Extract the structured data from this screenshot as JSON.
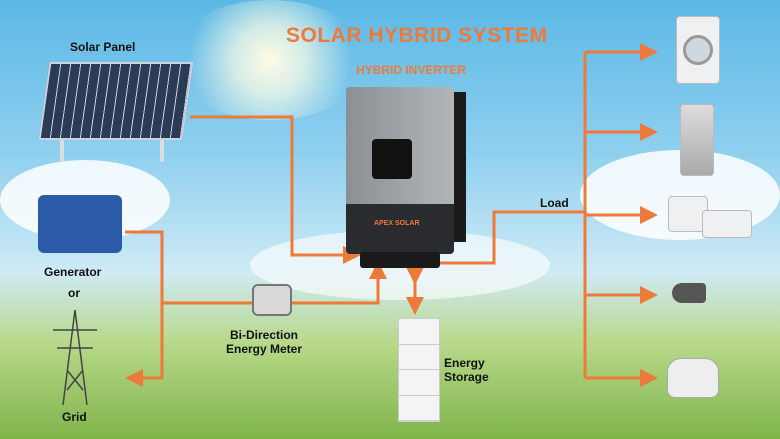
{
  "title": "SOLAR HYBRID SYSTEM",
  "inverter_label": "HYBRID INVERTER",
  "inverter_brand": "APEX SOLAR",
  "labels": {
    "solar_panel": "Solar Panel",
    "generator": "Generator",
    "or": "or",
    "grid": "Grid",
    "meter_line1": "Bi-Direction",
    "meter_line2": "Energy Meter",
    "storage_line1": "Energy",
    "storage_line2": "Storage",
    "load": "Load"
  },
  "colors": {
    "accent": "#ee7a3a",
    "sky": "#5cb8e6",
    "grass": "#7fb44a"
  }
}
